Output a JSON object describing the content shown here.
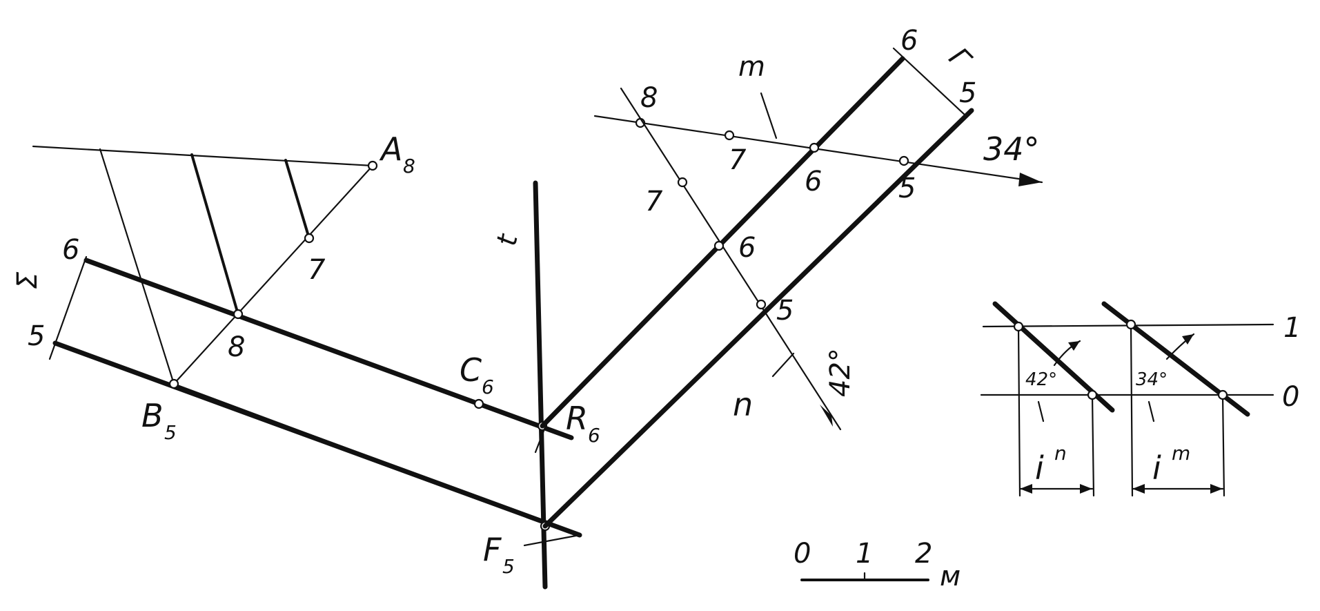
{
  "points": {
    "A": "A",
    "A_sub": "8",
    "B": "B",
    "B_sub": "5",
    "C": "C",
    "C_sub": "6",
    "R": "R",
    "R_sub": "6",
    "F": "F",
    "F_sub": "5"
  },
  "planes": {
    "sigma": "Σ",
    "sigma_6": "6",
    "sigma_5": "5",
    "gamma": "Γ",
    "gamma_6": "6",
    "gamma_5": "5"
  },
  "lines": {
    "t": "t",
    "m": "m",
    "n": "n"
  },
  "elevations": {
    "a7": "7",
    "a8": "8",
    "n8": "8",
    "n7": "7",
    "n6": "6",
    "n5": "5",
    "m7": "7",
    "m6": "6",
    "m5": "5"
  },
  "angles": {
    "m_angle": "34°",
    "n_angle": "42°",
    "inset_n_angle": "42°",
    "inset_m_angle": "34°"
  },
  "inset": {
    "level_1": "1",
    "level_0": "0",
    "i_n": "i",
    "i_n_sup": "n",
    "i_m": "i",
    "i_m_sup": "m"
  },
  "scale": {
    "tick_0": "0",
    "tick_1": "1",
    "tick_2": "2",
    "unit": "м"
  }
}
